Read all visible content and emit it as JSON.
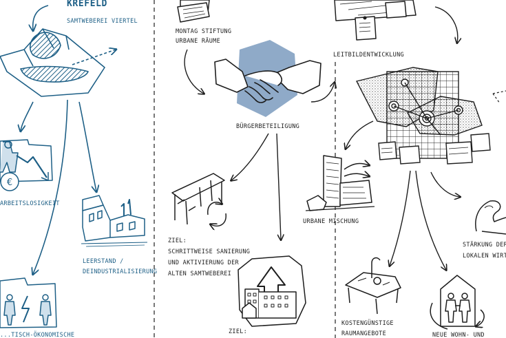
{
  "colors": {
    "ink": "#1d1d1d",
    "blue": "#1d5f86",
    "hexagon": "#8faac8",
    "paper": "#ffffff"
  },
  "left_column": {
    "title": "KREFELD",
    "subtitle": "SAMTWEBEREI VIERTEL",
    "unemployment": "ARBEITSLOSIGKEIT",
    "vacancy_line1": "LEERSTAND /",
    "vacancy_line2": "DEINDUSTRIALISIERUNG",
    "economic_partial": "...TISCH-ÖKONOMISCHE"
  },
  "middle_column": {
    "foundation_line1": "MONTAG STIFTUNG",
    "foundation_line2": "URBANE RÄUME",
    "participation": "BÜRGERBETEILIGUNG",
    "goal1_line1": "ZIEL:",
    "goal1_line2": "SCHRITTWEISE SANIERUNG",
    "goal1_line3": "UND AKTIVIERUNG DER",
    "goal1_line4": "ALTEN SAMTWEBEREI",
    "goal2_line1": "ZIEL:"
  },
  "right_column": {
    "mission": "LEITBILDENTWICKLUNG",
    "mixed_use": "URBANE MISCHUNG",
    "cheap_space_line1": "KOSTENGÜNSTIGE",
    "cheap_space_line2": "RAUMANGEBOTE",
    "strengthen_line1": "STÄRKUNG DER",
    "strengthen_line2": "LOKALEN WIRT...",
    "new_living": "NEUE WOHN- UND"
  }
}
